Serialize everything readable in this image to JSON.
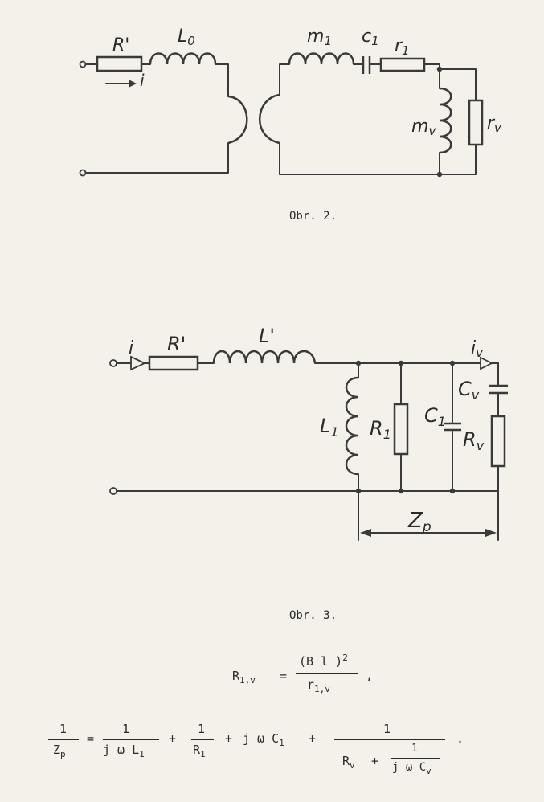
{
  "figure2": {
    "caption": "Obr. 2.",
    "labels": {
      "R_prime": "R'",
      "L0": "L",
      "L0_sub": "0",
      "current": "i",
      "m1": "m",
      "m1_sub": "1",
      "c1": "c",
      "c1_sub": "1",
      "r1": "r",
      "r1_sub": "1",
      "mv": "m",
      "mv_sub": "v",
      "rv": "r",
      "rv_sub": "v"
    }
  },
  "figure3": {
    "caption": "Obr. 3.",
    "labels": {
      "current": "i",
      "R_prime": "R'",
      "L_prime": "L'",
      "iv": "i",
      "iv_sub": "v",
      "Cv": "C",
      "Cv_sub": "v",
      "L1": "L",
      "L1_sub": "1",
      "R1": "R",
      "R1_sub": "1",
      "C1": "C",
      "C1_sub": "1",
      "Rv": "R",
      "Rv_sub": "v",
      "Zp": "Z",
      "Zp_sub": "p"
    }
  },
  "equations": {
    "eq1": {
      "lhs": "R",
      "lhs_sub": "1,v",
      "equals": "=",
      "num": "(B l )",
      "num_sup": "2",
      "den": "r",
      "den_sub": "1,v",
      "trail": ","
    },
    "eq2": {
      "lhs_num": "1",
      "lhs_den": "Z",
      "lhs_den_sub": "p",
      "equals": "=",
      "t1_num": "1",
      "t1_den": "j ω L",
      "t1_den_sub": "1",
      "plus1": "+",
      "t2_num": "1",
      "t2_den": "R",
      "t2_den_sub": "1",
      "plus2": "+",
      "t3": "j ω C",
      "t3_sub": "1",
      "plus3": "+",
      "t4_num": "1",
      "t4_den_a": "R",
      "t4_den_a_sub": "v",
      "t4_plus": "+",
      "t4_inner_num": "1",
      "t4_inner_den": "j ω C",
      "t4_inner_den_sub": "v",
      "trail": "."
    }
  }
}
